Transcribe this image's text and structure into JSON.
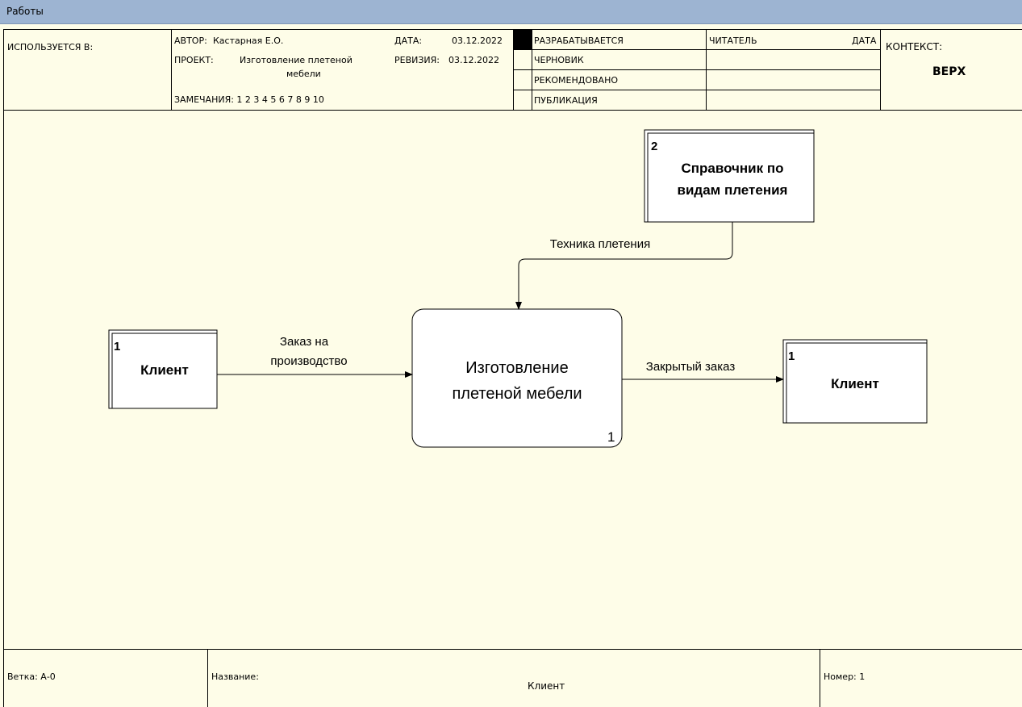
{
  "window": {
    "title": "Работы"
  },
  "header": {
    "used_in": "ИСПОЛЬЗУЕТСЯ В:",
    "author_label": "АВТОР:",
    "author": "Кастарная Е.О.",
    "date_label": "ДАТА:",
    "date": "03.12.2022",
    "project_label": "ПРОЕКТ:",
    "project_line1": "Изготовление плетеной",
    "project_line2": "мебели",
    "revision_label": "РЕВИЗИЯ:",
    "revision": "03.12.2022",
    "notes": "ЗАМЕЧАНИЯ: 1 2 3 4 5 6 7 8 9 10",
    "status": [
      "РАЗРАБАТЫВАЕТСЯ",
      "ЧЕРНОВИК",
      "РЕКОМЕНДОВАНО",
      "ПУБЛИКАЦИЯ"
    ],
    "reader_label": "ЧИТАТЕЛЬ",
    "reader_date_label": "ДАТА",
    "context_label": "КОНТЕКСТ:",
    "context_value": "ВЕРХ"
  },
  "diagram": {
    "process": {
      "title_line1": "Изготовление",
      "title_line2": "плетеной мебели",
      "number": "1"
    },
    "entities": {
      "client_in": {
        "number": "1",
        "label": "Клиент"
      },
      "reference": {
        "number": "2",
        "label_line1": "Справочник по",
        "label_line2": "видам плетения"
      },
      "client_out": {
        "number": "1",
        "label": "Клиент"
      }
    },
    "arrows": {
      "order": {
        "line1": "Заказ на",
        "line2": "производство"
      },
      "technique": {
        "label": "Техника плетения"
      },
      "closed_order": {
        "label": "Закрытый заказ"
      }
    }
  },
  "footer": {
    "branch": "Ветка: А-0",
    "name_label": "Название:",
    "name_value": "Клиент",
    "number": "Номер: 1"
  }
}
